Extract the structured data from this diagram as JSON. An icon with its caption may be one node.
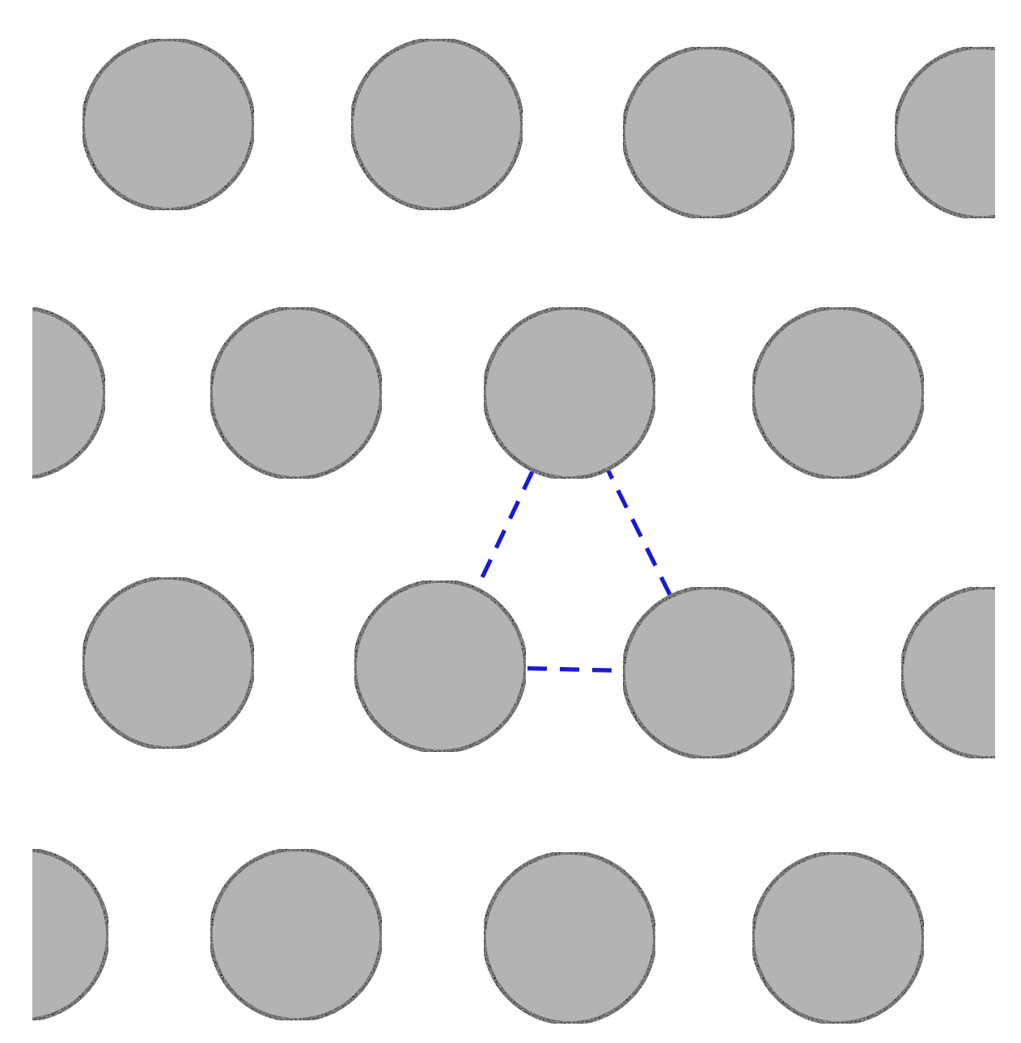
{
  "diagram": {
    "nodes": [
      {
        "text": [],
        "shape": "circle"
      },
      {
        "text": [],
        "shape": "circle"
      },
      {
        "text": [],
        "shape": "circle"
      },
      {
        "text": [],
        "shape": "circle"
      },
      {
        "text": [],
        "shape": "circle"
      },
      {
        "text": [],
        "shape": "circle"
      },
      {
        "text": [],
        "shape": "circle"
      },
      {
        "text": [],
        "shape": "circle"
      },
      {
        "text": [],
        "shape": "circle"
      },
      {
        "text": [],
        "shape": "circle"
      },
      {
        "text": [],
        "shape": "circle"
      },
      {
        "text": [],
        "shape": "circle"
      },
      {
        "text": [],
        "shape": "circle"
      },
      {
        "text": [],
        "shape": "circle"
      },
      {
        "text": [],
        "shape": "circle"
      },
      {
        "text": [],
        "shape": "circle"
      }
    ],
    "edges": [
      {
        "from": 6,
        "to": 9,
        "arrow": "none",
        "style": "dashed",
        "color": "#1a1ad6"
      },
      {
        "from": 9,
        "to": 10,
        "arrow": "none",
        "style": "dashed",
        "color": "#1a1ad6"
      },
      {
        "from": 10,
        "to": 6,
        "arrow": "none",
        "style": "dashed",
        "color": "#1a1ad6"
      }
    ]
  }
}
